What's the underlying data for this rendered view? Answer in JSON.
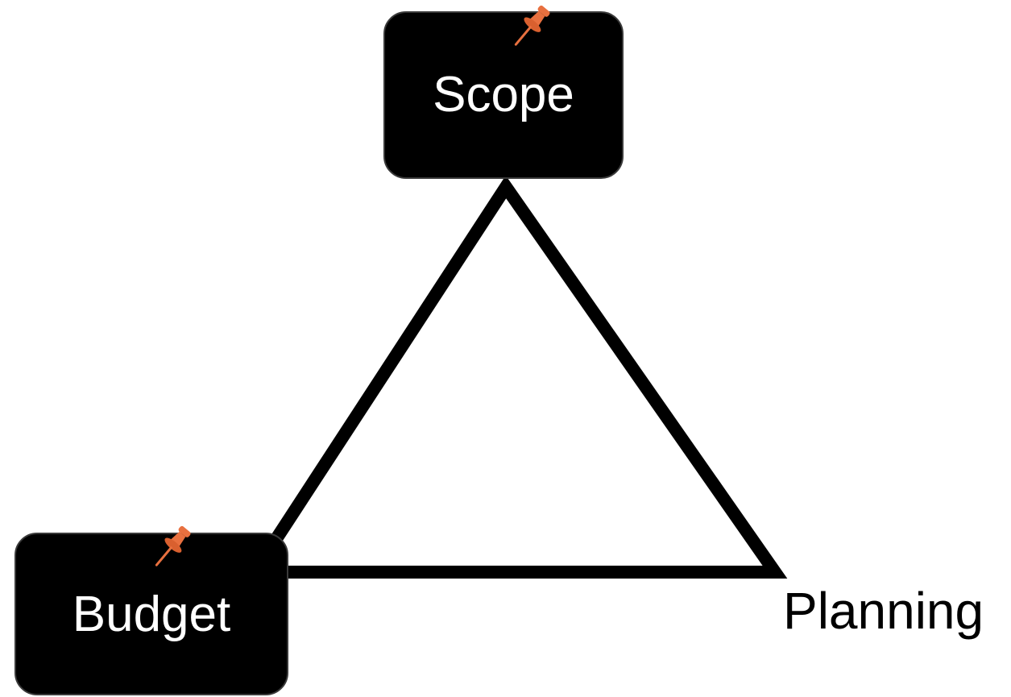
{
  "nodes": {
    "scope": {
      "label": "Scope"
    },
    "budget": {
      "label": "Budget"
    },
    "planning": {
      "label": "Planning"
    }
  },
  "icons": {
    "scope_pin": "pushpin-icon",
    "budget_pin": "pushpin-icon"
  },
  "colors": {
    "node_fill": "#000000",
    "node_text": "#ffffff",
    "triangle_stroke": "#000000",
    "pin": "#e8703f",
    "pin_dark": "#b84e22"
  }
}
